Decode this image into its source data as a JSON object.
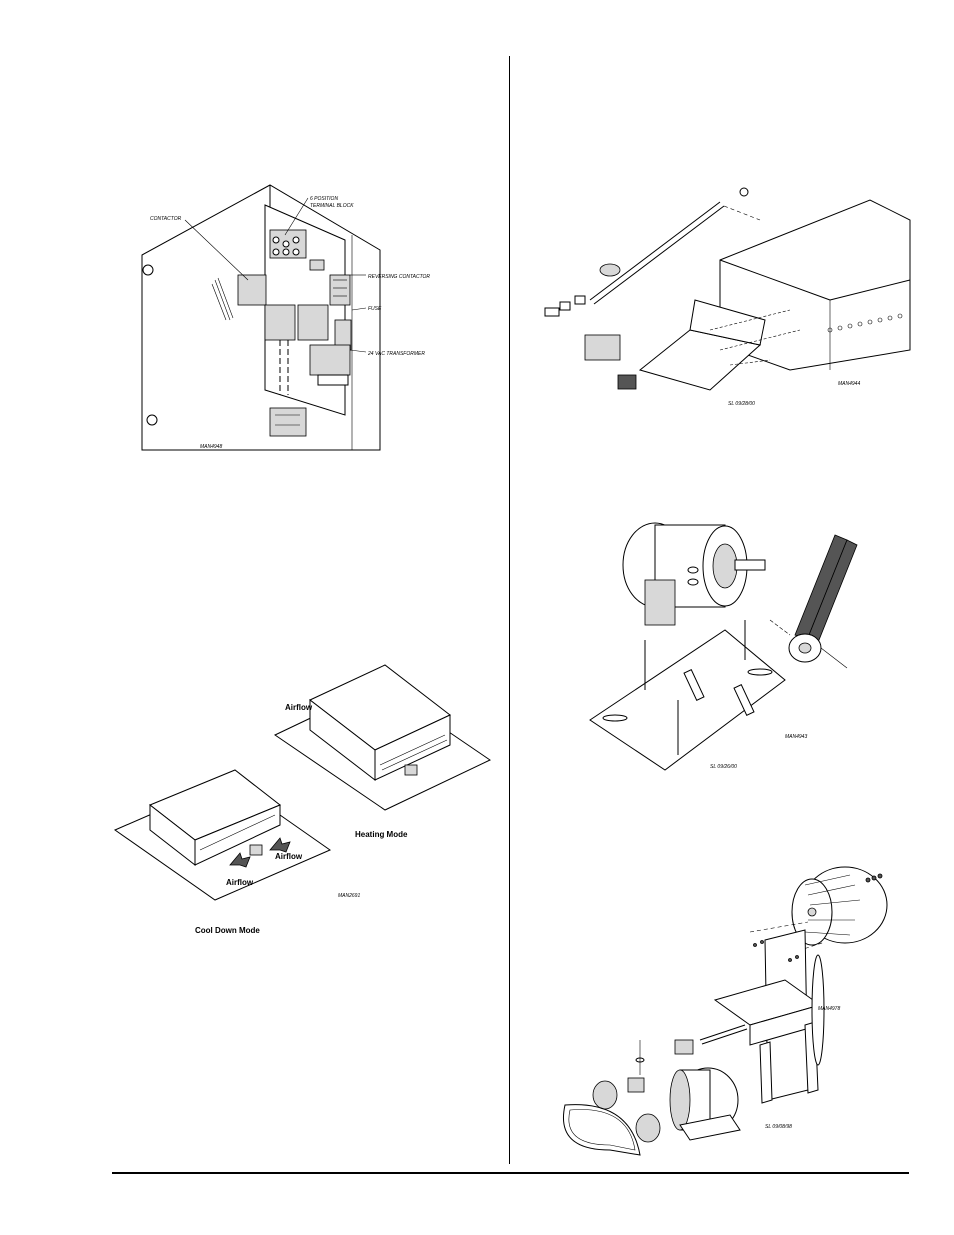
{
  "control_box": {
    "labels": {
      "contactor": "CONTACTOR",
      "terminal_block_line1": "6 POSITION",
      "terminal_block_line2": "TERMINAL BLOCK",
      "reversing_contactor": "REVERSING CONTACTOR",
      "fuse": "FUSE",
      "transformer": "24 VAC TRANSFORMER",
      "drawing_id": "MAN4948"
    }
  },
  "damper_assembly": {
    "drawing_id": "MAN4944",
    "revision": "SL 09/28/00"
  },
  "motor_mount": {
    "drawing_id": "MAN4943",
    "revision": "SL 09/26/00"
  },
  "airflow_modes": {
    "airflow_label_top": "Airflow",
    "airflow_label_right": "Airflow",
    "airflow_label_left": "Airflow",
    "heating_mode": "Heating Mode",
    "cool_down_mode": "Cool Down Mode",
    "drawing_id": "MAN2691"
  },
  "blower_assembly": {
    "drawing_id": "MAN4978",
    "revision": "SL 09/08/98"
  }
}
